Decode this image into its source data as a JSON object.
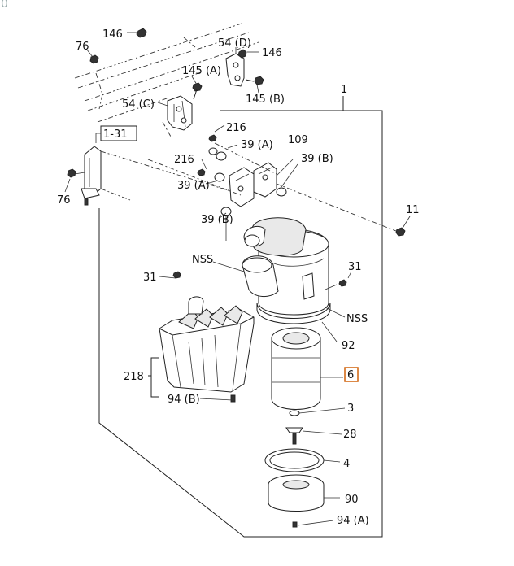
{
  "diagram": {
    "corner_text": "0",
    "labels": {
      "l146a": "146",
      "l76a": "76",
      "l54d": "54 (D)",
      "l146b": "146",
      "l145a": "145 (A)",
      "l145b": "145 (B)",
      "l54c": "54 (C)",
      "l1": "1",
      "l131": "1-31",
      "l216a": "216",
      "l109": "109",
      "l39a1": "39 (A)",
      "l216b": "216",
      "l39b1": "39 (B)",
      "l39a2": "39 (A)",
      "l76b": "76",
      "l39b2": "39 (B)",
      "l11": "11",
      "lnss1": "NSS",
      "l31a": "31",
      "l31b": "31",
      "lnss2": "NSS",
      "l92": "92",
      "l218": "218",
      "l6": "6",
      "l94b": "94 (B)",
      "l3": "3",
      "l28": "28",
      "l4": "4",
      "l90": "90",
      "l94a": "94 (A)"
    }
  }
}
